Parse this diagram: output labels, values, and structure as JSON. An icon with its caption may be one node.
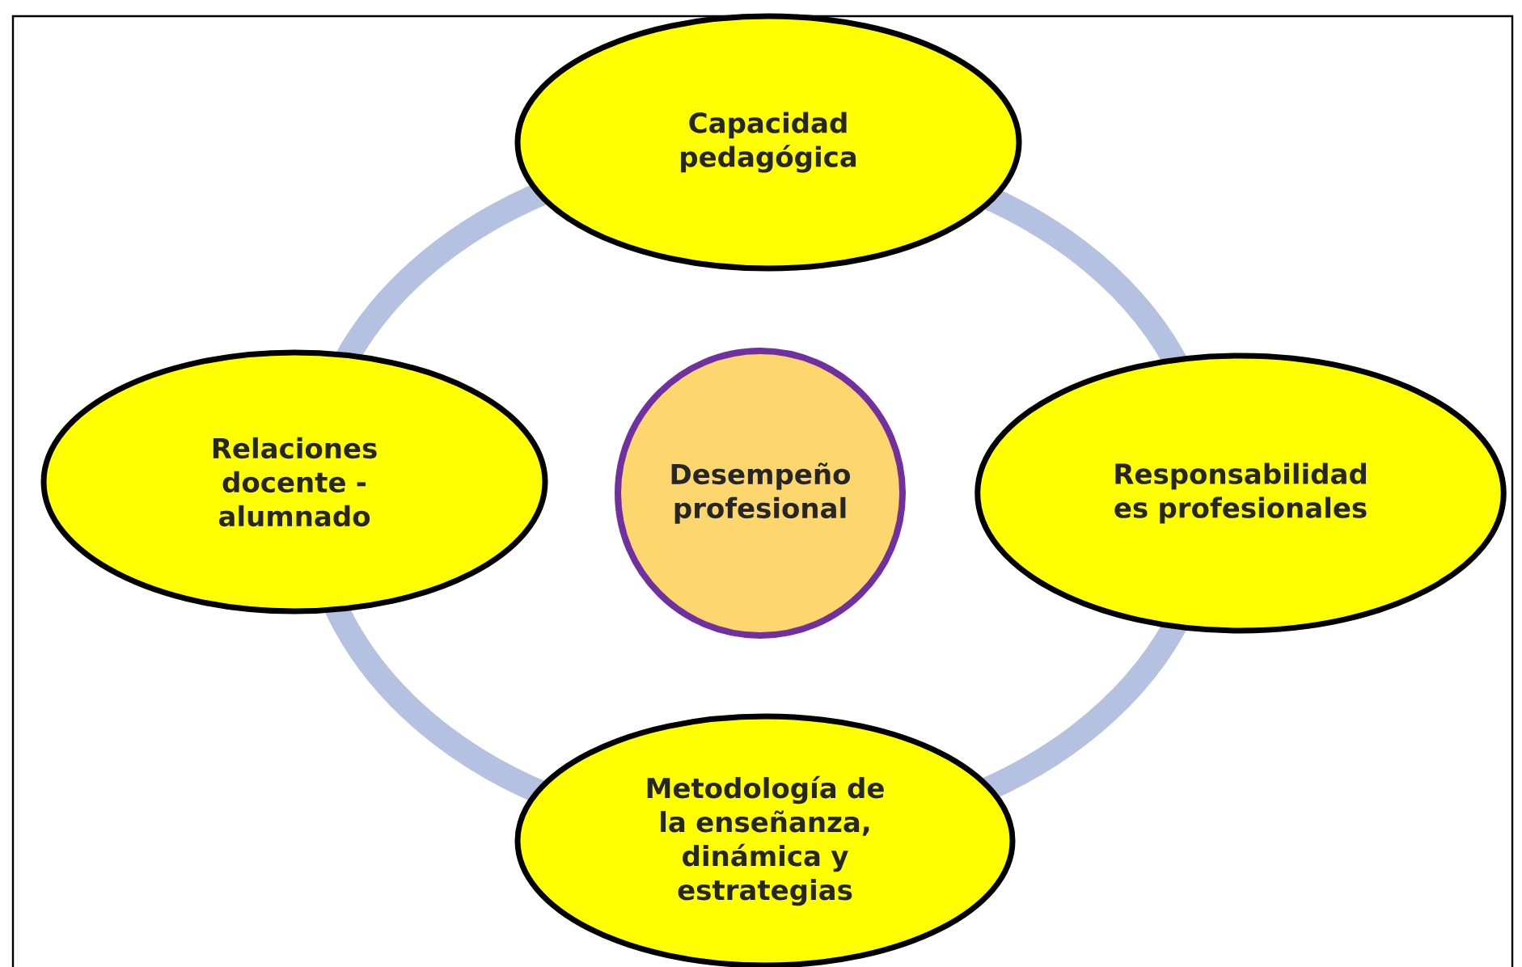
{
  "diagram": {
    "nodes": [
      {
        "text": [
          "Desempeño profesional"
        ]
      },
      {
        "text": [
          "Capacidad pedagógica"
        ]
      },
      {
        "text": [
          "Responsabilidad es profesionales"
        ]
      },
      {
        "text": [
          "Metodología de la enseñanza, dinámica y estrategias"
        ]
      },
      {
        "text": [
          "Relaciones docente - alumnado"
        ]
      }
    ]
  }
}
